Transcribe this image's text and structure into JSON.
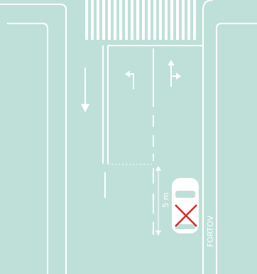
{
  "colors": {
    "background": "#bfe0d8",
    "marking": "#ffffff",
    "car_body": "#ffffff",
    "car_glass": "#bfe0d8",
    "prohibition_cross": "#d9262c"
  },
  "diagram": {
    "distance_label": "5 m",
    "sidewalk_label": "FORTOV",
    "lane_arrows": [
      "down-arrow-icon",
      "left-turn-arrow-icon",
      "straight-or-right-arrow-icon"
    ],
    "car_status": "prohibited-parking"
  }
}
